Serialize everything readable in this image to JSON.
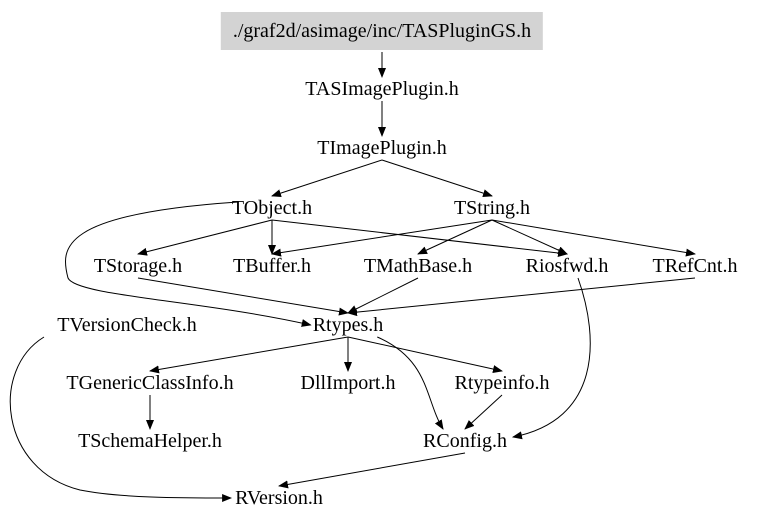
{
  "diagram": {
    "title": "",
    "colors": {
      "root_fill": "#d3d3d3",
      "edge": "#000000",
      "text": "#000000"
    },
    "nodes": {
      "root": "./graf2d/asimage/inc/TASPluginGS.h",
      "tasimageplugin": "TASImagePlugin.h",
      "timageplugin": "TImagePlugin.h",
      "tobject": "TObject.h",
      "tstring": "TString.h",
      "tstorage": "TStorage.h",
      "tbuffer": "TBuffer.h",
      "tmathbase": "TMathBase.h",
      "riosfwd": "Riosfwd.h",
      "trefcnt": "TRefCnt.h",
      "tversioncheck": "TVersionCheck.h",
      "rtypes": "Rtypes.h",
      "tgenericclassinfo": "TGenericClassInfo.h",
      "dllimport": "DllImport.h",
      "rtypeinfo": "Rtypeinfo.h",
      "tschemahelper": "TSchemaHelper.h",
      "rconfig": "RConfig.h",
      "rversion": "RVersion.h"
    },
    "edges": [
      [
        "root",
        "tasimageplugin"
      ],
      [
        "tasimageplugin",
        "timageplugin"
      ],
      [
        "timageplugin",
        "tobject"
      ],
      [
        "timageplugin",
        "tstring"
      ],
      [
        "tobject",
        "tstorage"
      ],
      [
        "tobject",
        "tbuffer"
      ],
      [
        "tobject",
        "riosfwd"
      ],
      [
        "tobject",
        "rtypes"
      ],
      [
        "tstring",
        "tbuffer"
      ],
      [
        "tstring",
        "tmathbase"
      ],
      [
        "tstring",
        "riosfwd"
      ],
      [
        "tstring",
        "trefcnt"
      ],
      [
        "tstorage",
        "rtypes"
      ],
      [
        "tmathbase",
        "rtypes"
      ],
      [
        "riosfwd",
        "rconfig"
      ],
      [
        "trefcnt",
        "rtypes"
      ],
      [
        "rtypes",
        "tgenericclassinfo"
      ],
      [
        "rtypes",
        "dllimport"
      ],
      [
        "rtypes",
        "rtypeinfo"
      ],
      [
        "rtypes",
        "rconfig"
      ],
      [
        "tgenericclassinfo",
        "tschemahelper"
      ],
      [
        "rtypeinfo",
        "rconfig"
      ],
      [
        "rconfig",
        "rversion"
      ],
      [
        "tversioncheck",
        "rversion"
      ]
    ]
  }
}
